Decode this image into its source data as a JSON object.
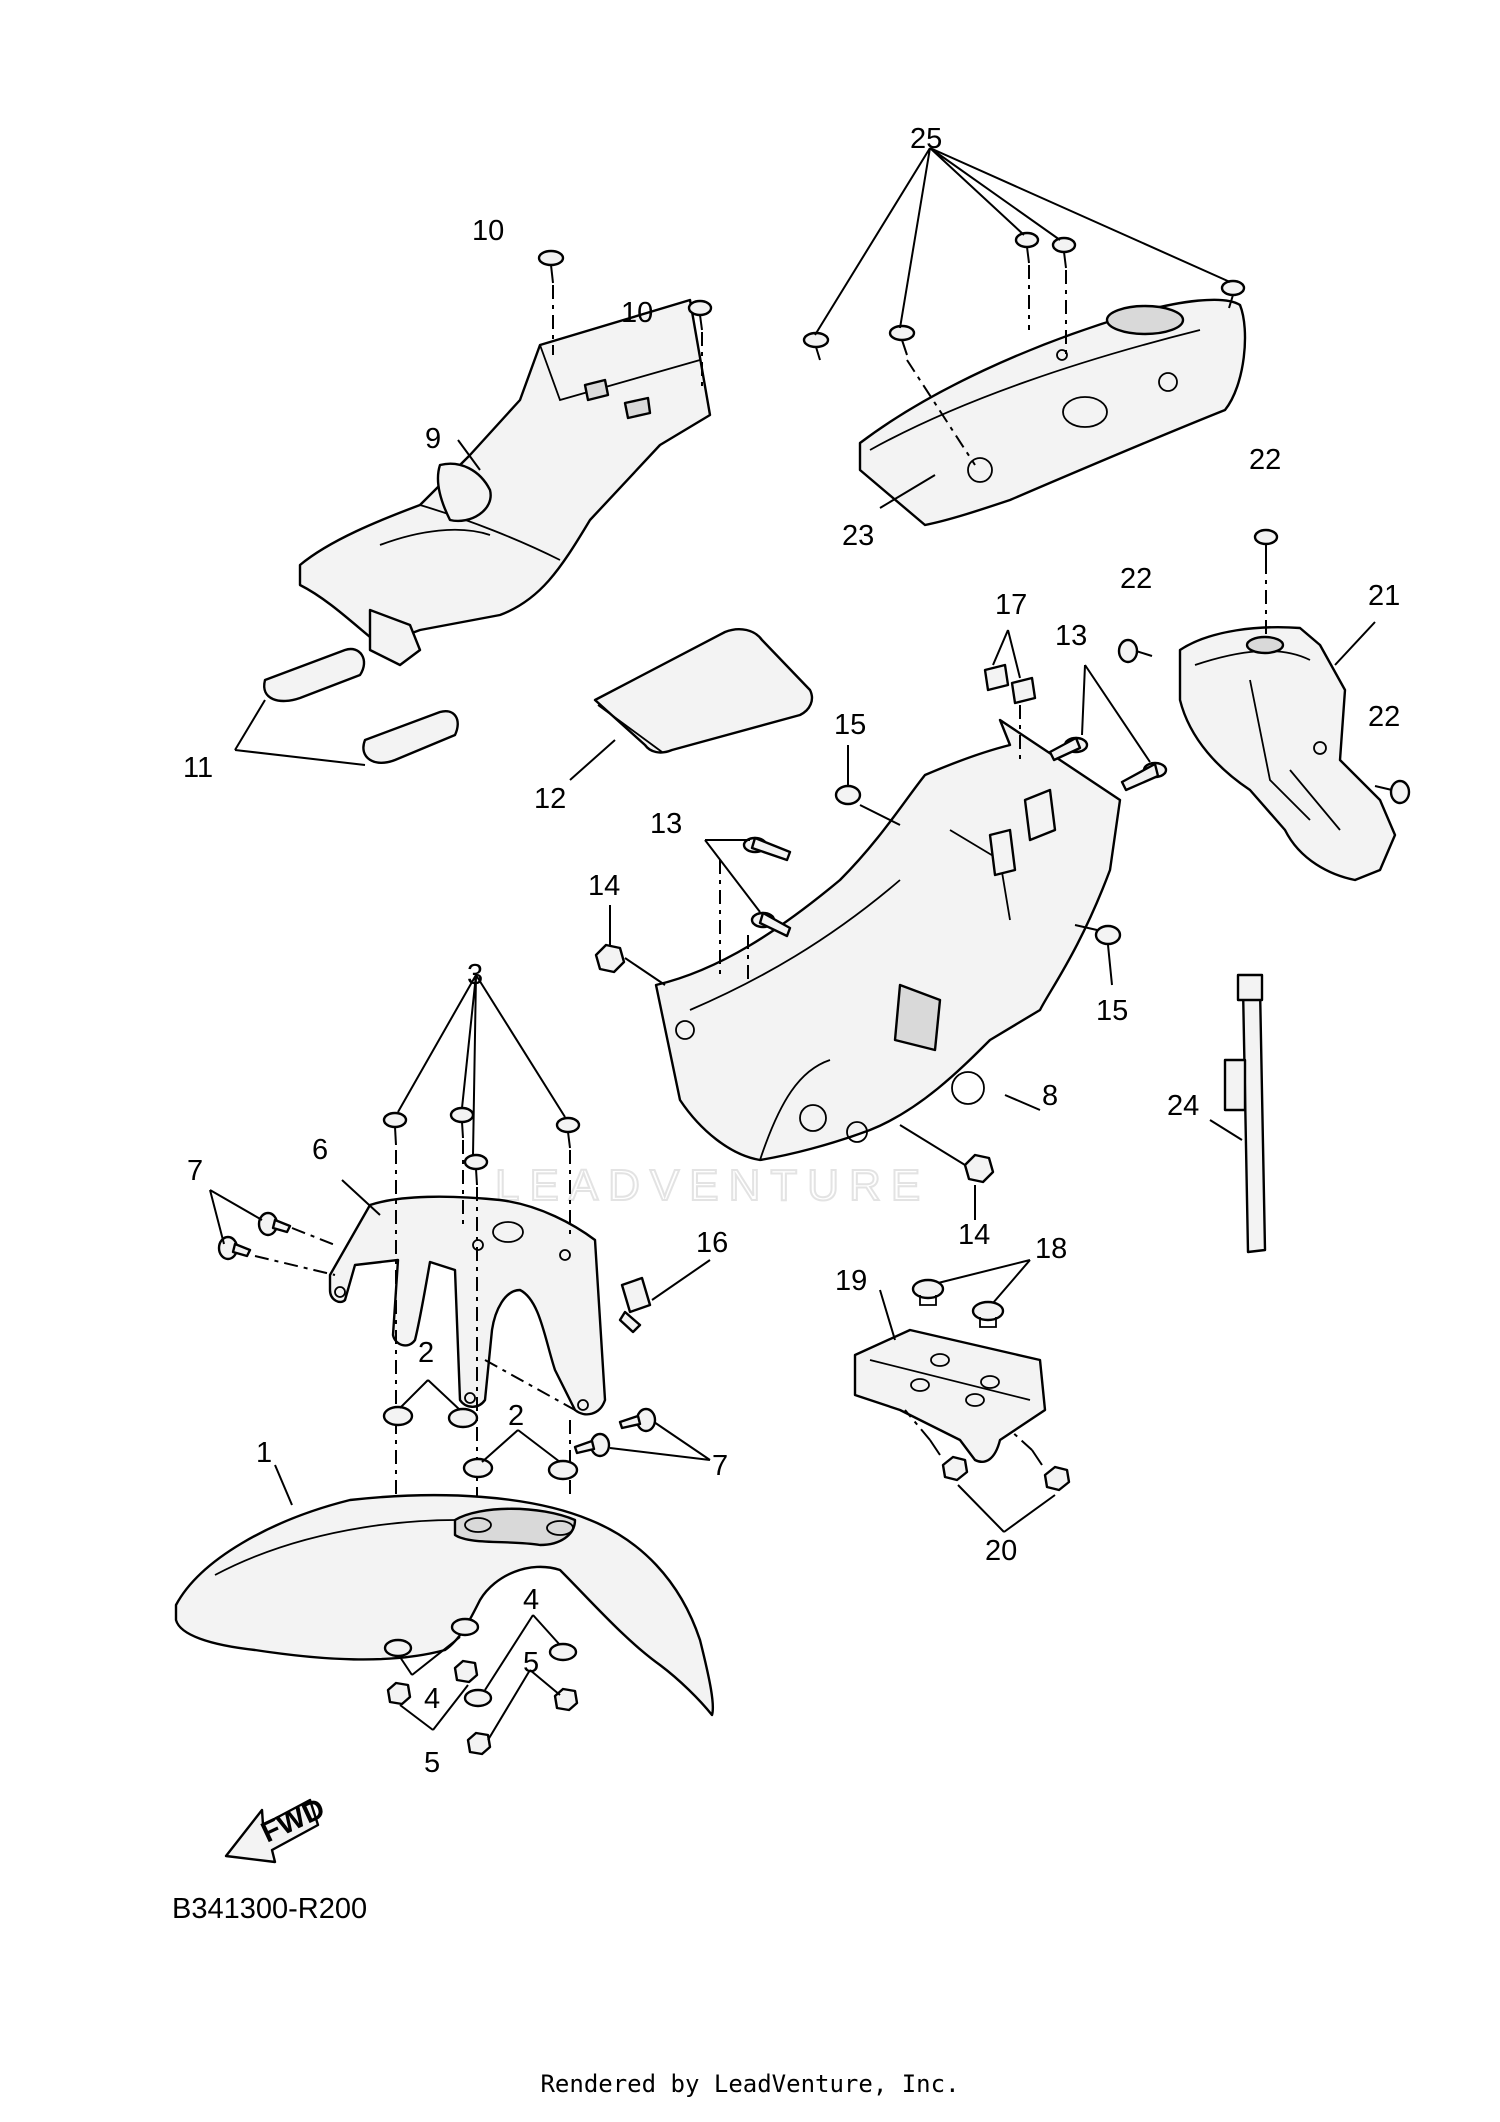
{
  "diagram": {
    "code": "B341300-R200",
    "watermark": "LEADVENTURE",
    "direction_label": "FWD",
    "footer": "Rendered by LeadVenture, Inc."
  },
  "callouts": {
    "c1": "1",
    "c2a": "2",
    "c2b": "2",
    "c3": "3",
    "c4a": "4",
    "c4b": "4",
    "c5a": "5",
    "c5b": "5",
    "c6": "6",
    "c7a": "7",
    "c7b": "7",
    "c8": "8",
    "c9": "9",
    "c10a": "10",
    "c10b": "10",
    "c11": "11",
    "c12": "12",
    "c13a": "13",
    "c13b": "13",
    "c14a": "14",
    "c14b": "14",
    "c15a": "15",
    "c15b": "15",
    "c16": "16",
    "c17": "17",
    "c18": "18",
    "c19": "19",
    "c20": "20",
    "c21": "21",
    "c22a": "22",
    "c22b": "22",
    "c22c": "22",
    "c23": "23",
    "c24": "24",
    "c25": "25"
  }
}
